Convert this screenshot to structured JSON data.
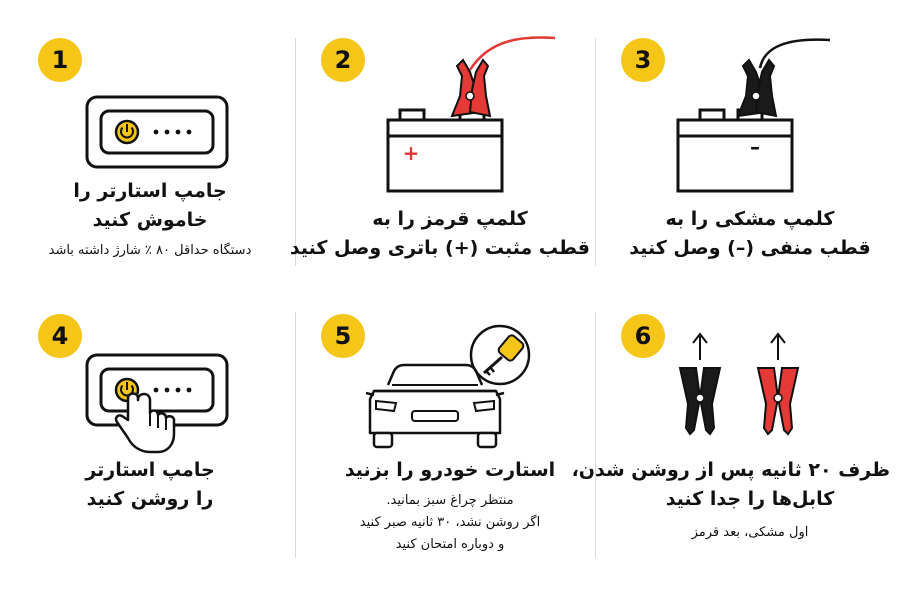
{
  "accent_color": "#F5C518",
  "clamp_red": "#E53935",
  "clamp_black": "#1a1a1a",
  "steps": [
    {
      "number": "1",
      "icon": "jump-starter-power-icon",
      "title": [
        "جامپ استارتر را",
        "خاموش کنید"
      ],
      "note": [
        "دستگاه حداقل ۸۰ ٪ شارژ داشته باشد"
      ]
    },
    {
      "number": "2",
      "icon": "battery-red-clamp-icon",
      "battery_sign": "+",
      "title": [
        "کلمپ قرمز را به",
        "قطب مثبت (+) باتری وصل کنید"
      ],
      "note": []
    },
    {
      "number": "3",
      "icon": "battery-black-clamp-icon",
      "battery_sign": "–",
      "title": [
        "کلمپ مشکی را به",
        "قطب منفی (–) وصل کنید"
      ],
      "note": []
    },
    {
      "number": "4",
      "icon": "jump-starter-press-icon",
      "title": [
        "جامپ استارتر",
        "را روشن کنید"
      ],
      "note": []
    },
    {
      "number": "5",
      "icon": "car-key-icon",
      "title": [
        "استارت خودرو را بزنید"
      ],
      "note": [
        "منتظر چراغ سبز بمانید.",
        "اگر روشن نشد، ۳۰ ثانیه صبر کنید",
        "و دوباره امتحان کنید"
      ]
    },
    {
      "number": "6",
      "icon": "remove-clamps-icon",
      "title": [
        "ظرف ۲۰ ثانیه پس از روشن شدن،",
        "کابل‌ها را جدا کنید"
      ],
      "note": [
        "اول مشکی، بعد قرمز"
      ]
    }
  ]
}
